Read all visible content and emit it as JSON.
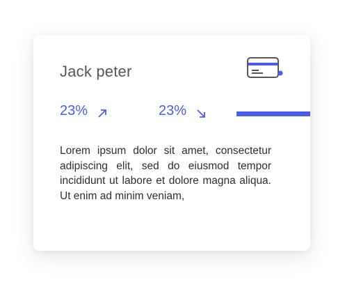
{
  "card": {
    "name": "Jack peter",
    "icon": "credit-card-icon",
    "stats": [
      {
        "value": "23%",
        "trend": "up",
        "icon": "arrow-up-right-icon"
      },
      {
        "value": "23%",
        "trend": "down",
        "icon": "arrow-down-right-icon"
      }
    ],
    "progress": 1.0,
    "description": "Lorem ipsum dolor sit amet, consectetur adipiscing elit, sed do eiusmod tempor incididunt ut labore et dolore magna aliqua. Ut enim ad minim veniam,"
  },
  "colors": {
    "accent": "#4b5de4",
    "text": "#555555",
    "body_text": "#2e2e2e",
    "icon_stroke": "#555555"
  }
}
